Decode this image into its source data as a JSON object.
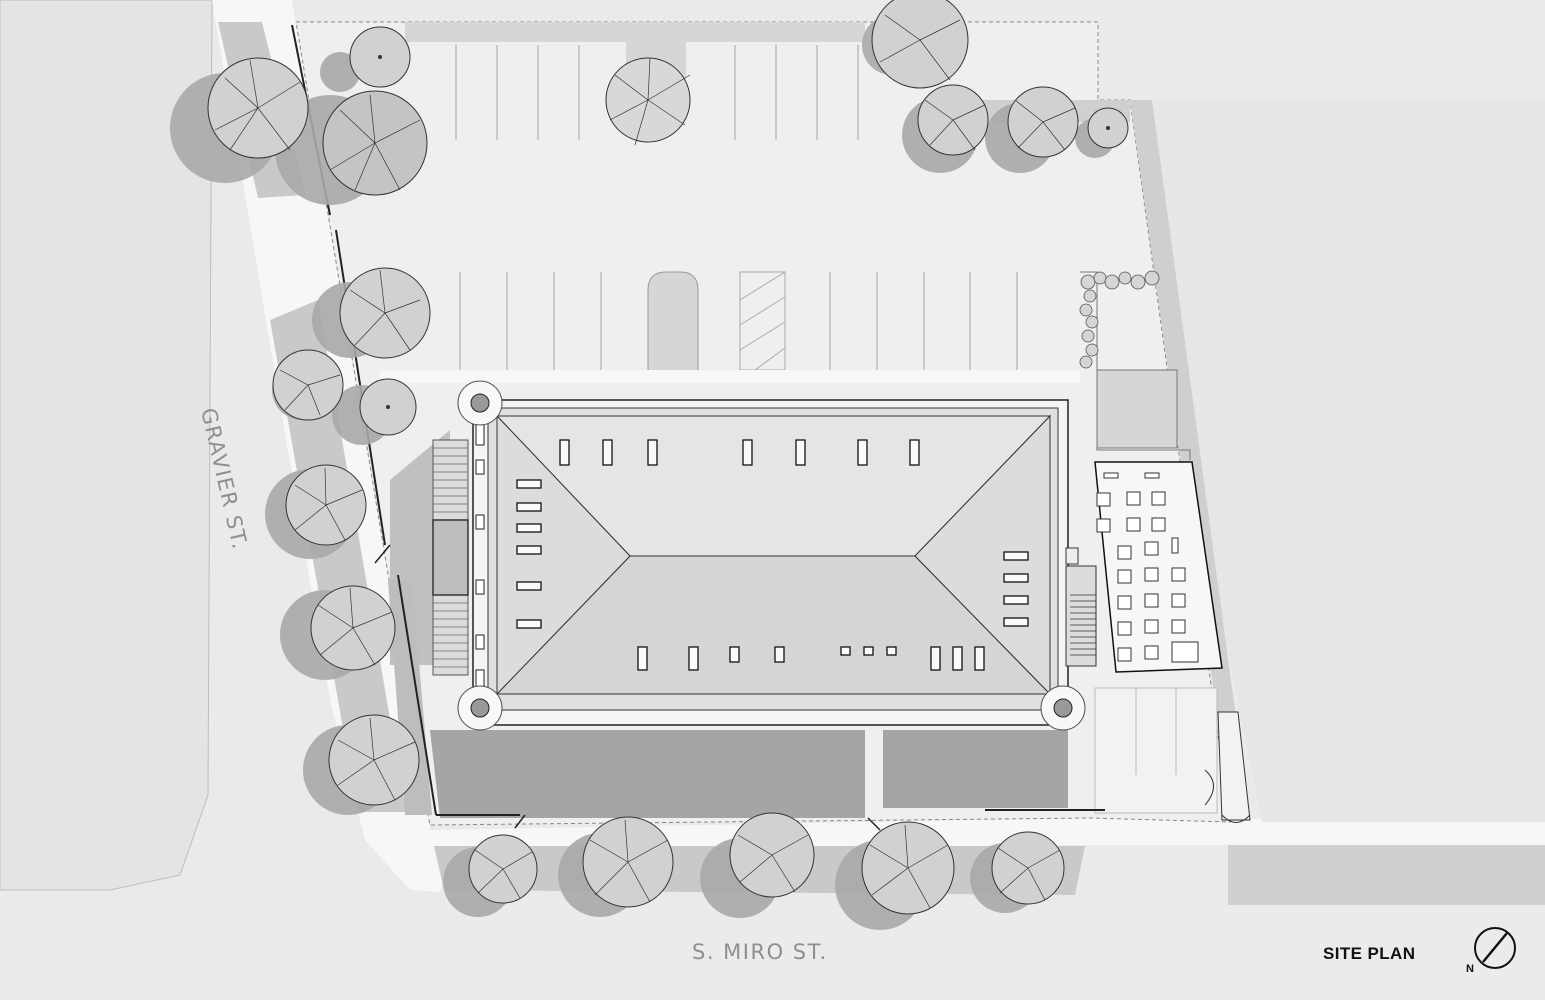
{
  "labels": {
    "street_west": "GRAVIER ST.",
    "street_south": "S. MIRO ST.",
    "title": "SITE PLAN",
    "north": "N"
  },
  "colors": {
    "background": "#eaeaea",
    "street": "#e4e4e4",
    "sidewalk": "#f7f7f7",
    "parking": "#efefef",
    "roof_light": "#e2e2e2",
    "roof_dark": "#d2d2d2",
    "shadow": "#9e9e9e",
    "tree_canopy": "#cfcfcf",
    "green_strip": "#c8c8c8",
    "line": "#444444"
  },
  "icons": {
    "tree": "tree-icon",
    "north_arrow": "north-arrow-icon"
  }
}
